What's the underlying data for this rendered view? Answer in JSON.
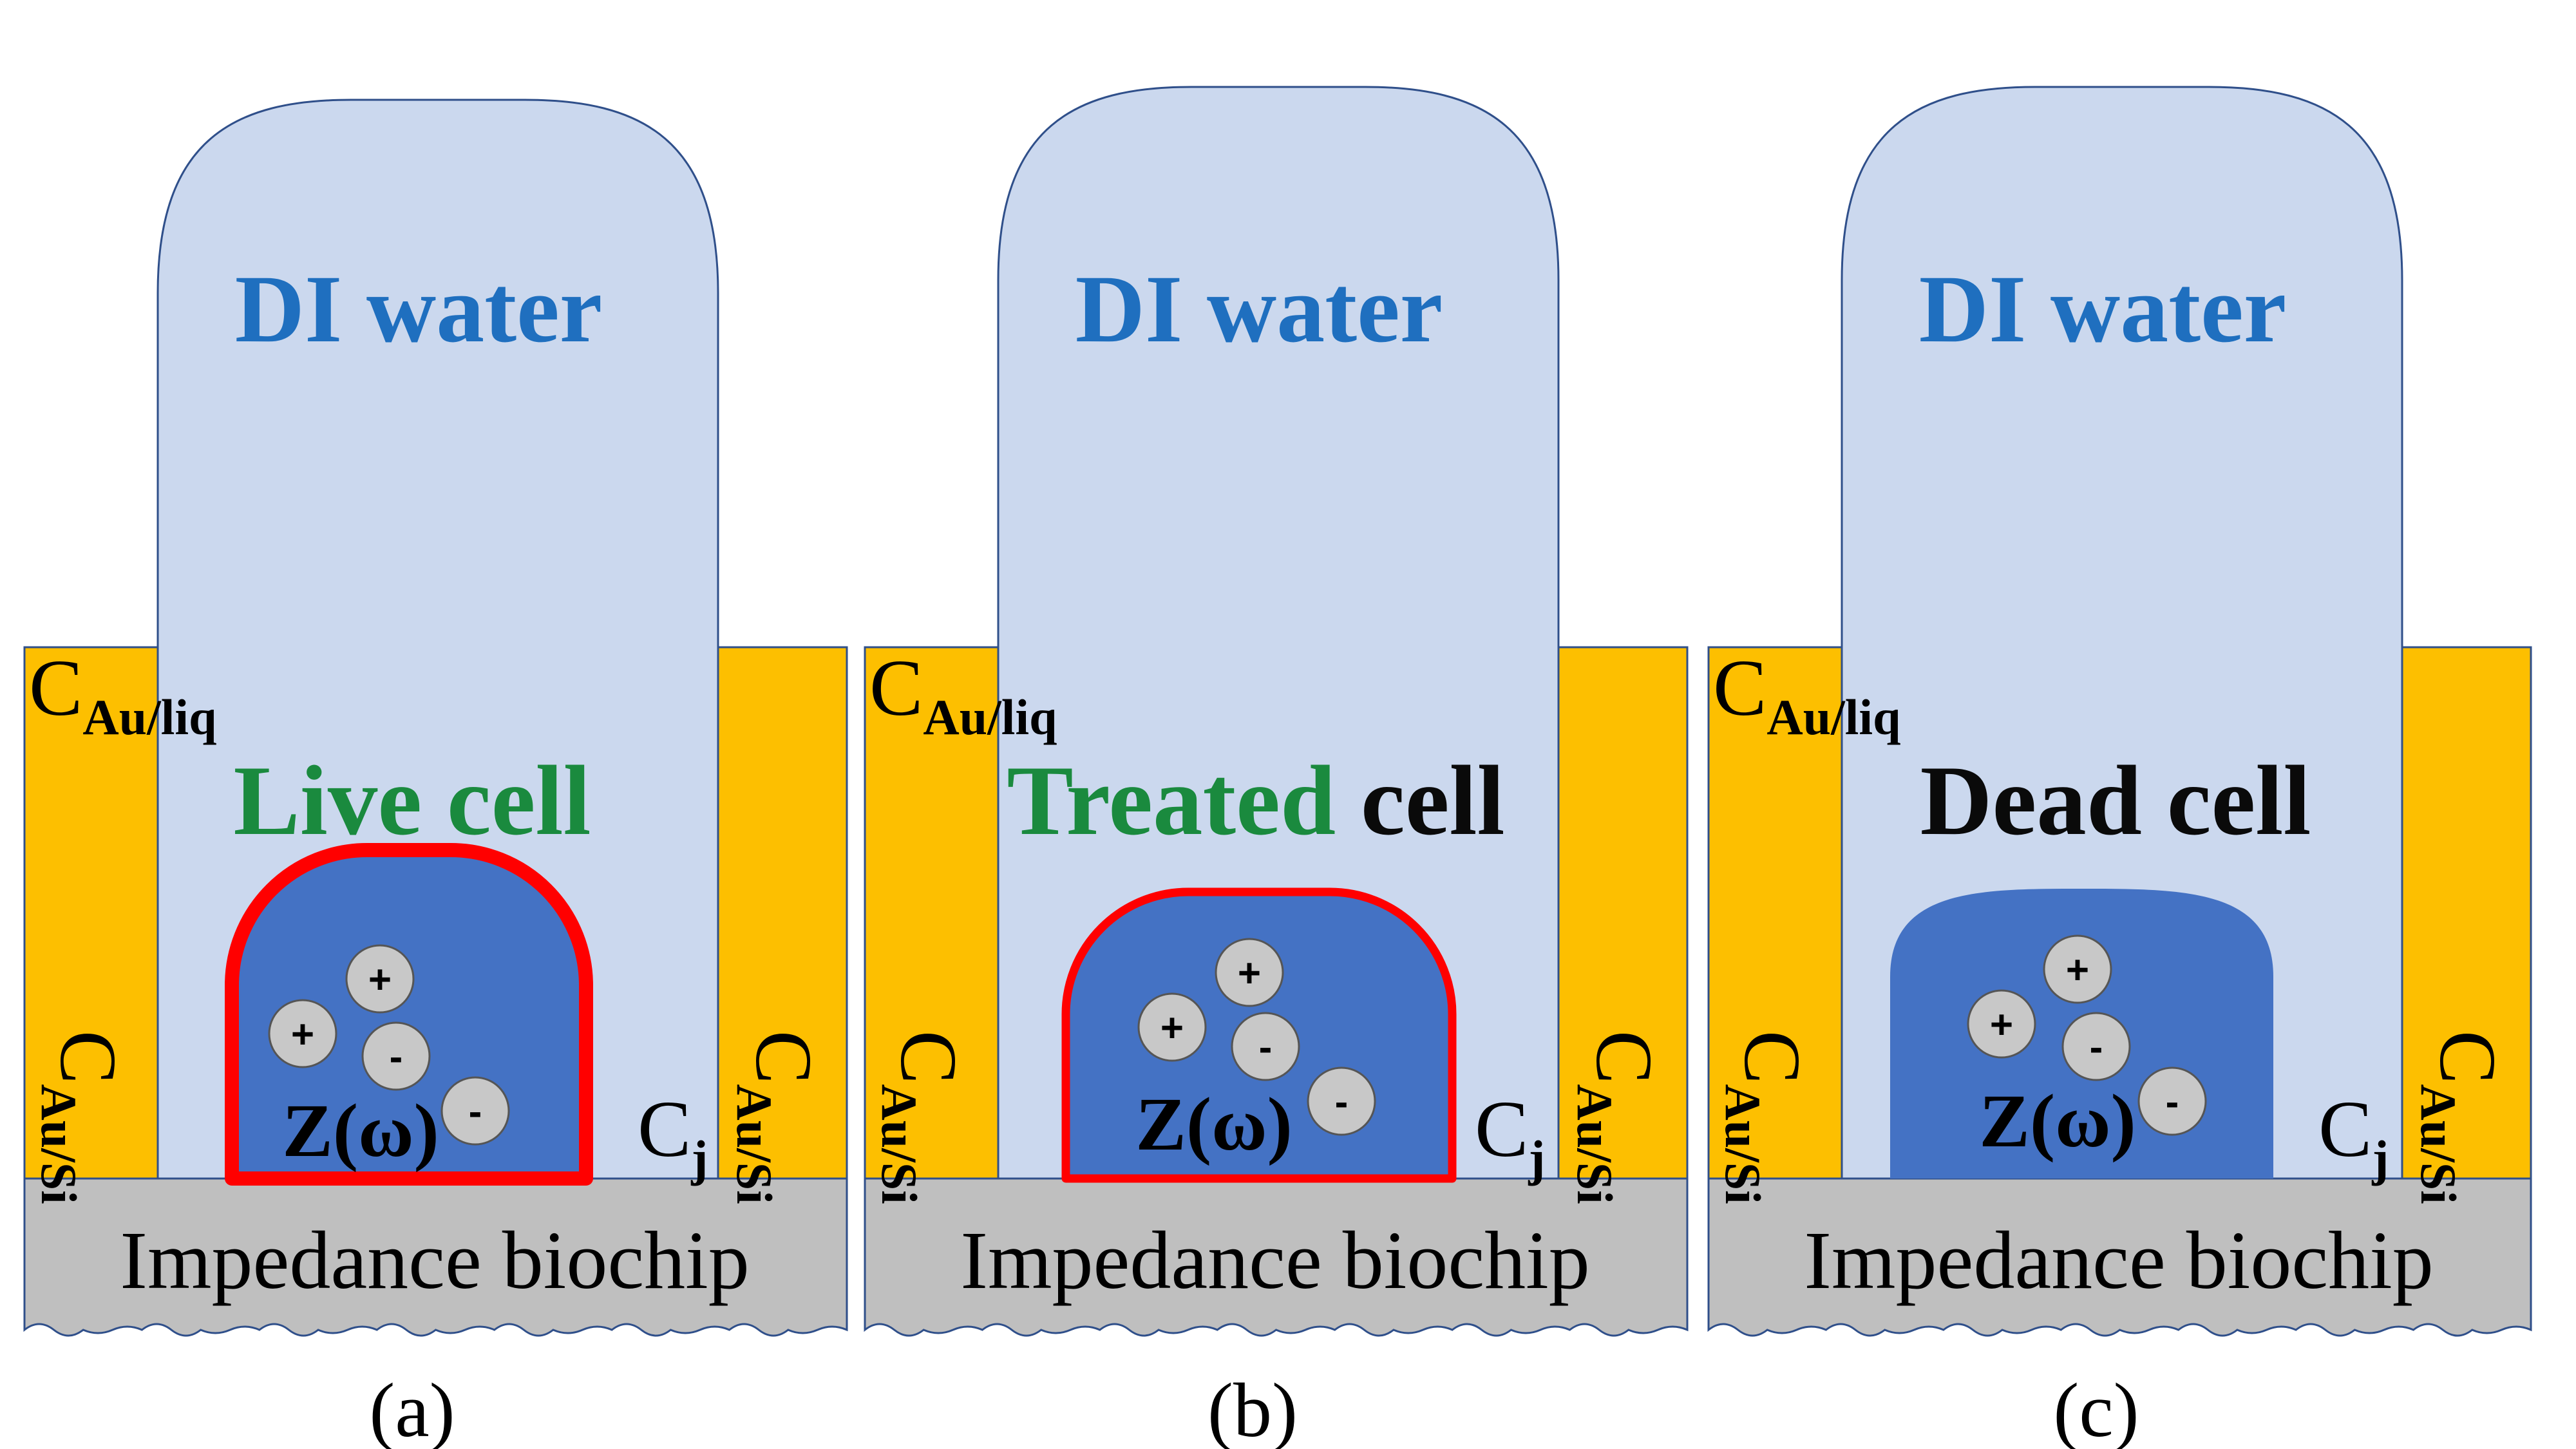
{
  "panels": [
    {
      "water_label": "DI water",
      "cap_liquid": {
        "main": "C",
        "sub": "Au/liq"
      },
      "cell_label_parts": [
        {
          "text": "Live cell",
          "tone": "green"
        }
      ],
      "cell_membrane": "thick",
      "cap_si_left": {
        "main": "C",
        "sub": "Au/Si"
      },
      "cap_si_right": {
        "main": "C",
        "sub": "Au/Si"
      },
      "cap_junction": {
        "main": "C",
        "sub": "j"
      },
      "impedance_label": "Z(ω)",
      "ions": [
        "+",
        "+",
        "-",
        "-"
      ],
      "chip_label": "Impedance biochip",
      "panel_label": "(a)"
    },
    {
      "water_label": "DI water",
      "cap_liquid": {
        "main": "C",
        "sub": "Au/liq"
      },
      "cell_label_parts": [
        {
          "text": "Treated ",
          "tone": "green"
        },
        {
          "text": "cell",
          "tone": "dark"
        }
      ],
      "cell_membrane": "thin",
      "cap_si_left": {
        "main": "C",
        "sub": "Au/Si"
      },
      "cap_si_right": {
        "main": "C",
        "sub": "Au/Si"
      },
      "cap_junction": {
        "main": "C",
        "sub": "j"
      },
      "impedance_label": "Z(ω)",
      "ions": [
        "+",
        "+",
        "-",
        "-"
      ],
      "chip_label": "Impedance biochip",
      "panel_label": "(b)"
    },
    {
      "water_label": "DI water",
      "cap_liquid": {
        "main": "C",
        "sub": "Au/liq"
      },
      "cell_label_parts": [
        {
          "text": "Dead cell",
          "tone": "dark"
        }
      ],
      "cell_membrane": "none",
      "cap_si_left": {
        "main": "C",
        "sub": "Au/Si"
      },
      "cap_si_right": {
        "main": "C",
        "sub": "Au/Si"
      },
      "cap_junction": {
        "main": "C",
        "sub": "j"
      },
      "impedance_label": "Z(ω)",
      "ions": [
        "+",
        "+",
        "-",
        "-"
      ],
      "chip_label": "Impedance biochip",
      "panel_label": "(c)"
    }
  ],
  "colors": {
    "water": "#cbd8ee",
    "water_outline": "#2f4f8a",
    "electrode": "#fdbf00",
    "chip": "#bfbfbf",
    "cell": "#4472c4",
    "membrane": "#ff0000",
    "ion": "#c8c8c8"
  }
}
